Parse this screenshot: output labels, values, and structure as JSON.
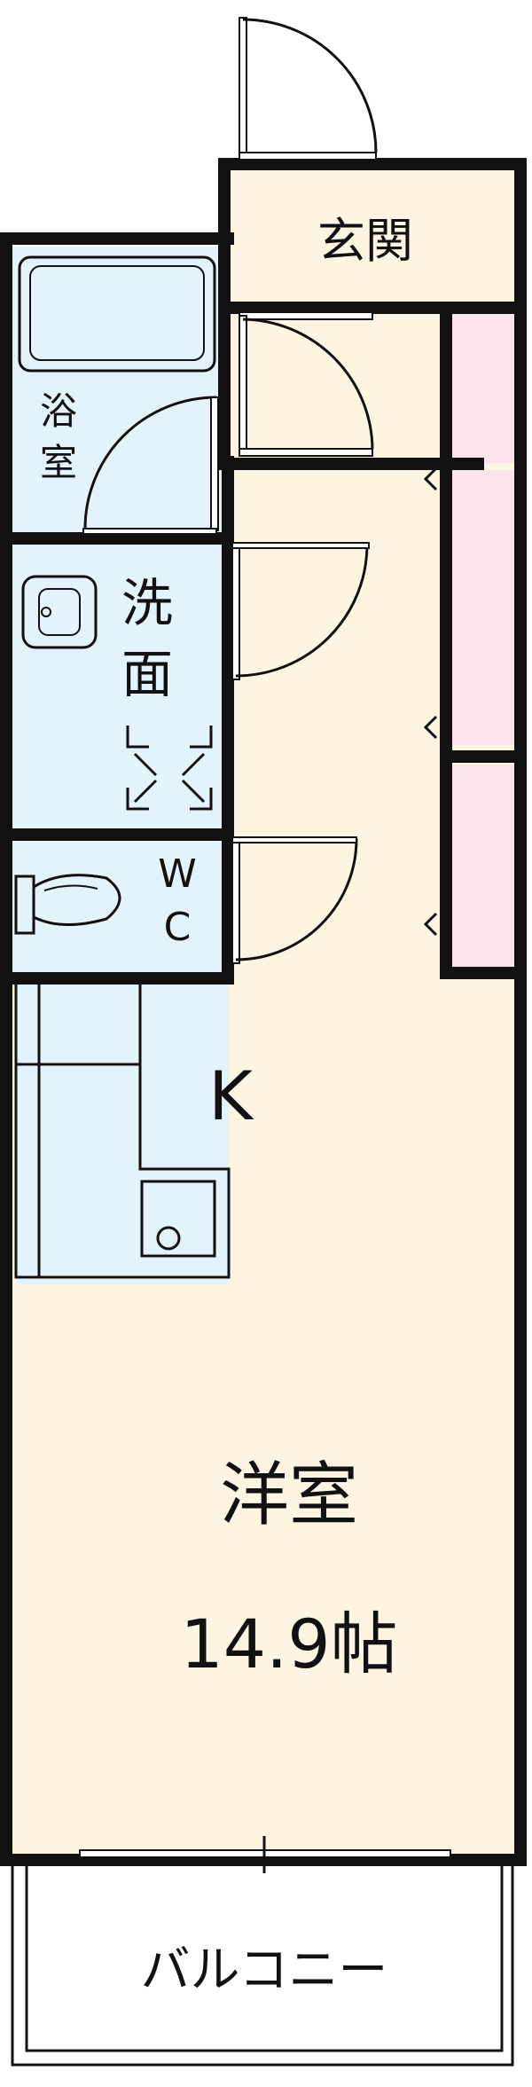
{
  "floor_plan": {
    "rooms": {
      "entrance": "玄関",
      "bath": [
        "浴",
        "室"
      ],
      "washroom": [
        "洗",
        "面"
      ],
      "toilet": [
        "W",
        "C"
      ],
      "kitchen": "K",
      "western_room": "洋室",
      "western_room_size": "14.9帖",
      "balcony": "バルコニー"
    },
    "colors": {
      "room_fill": "#fdf5e2",
      "wet_area_fill": "#e3f3fb",
      "closet_fill": "#fce4ec",
      "wall": "#111111"
    }
  }
}
